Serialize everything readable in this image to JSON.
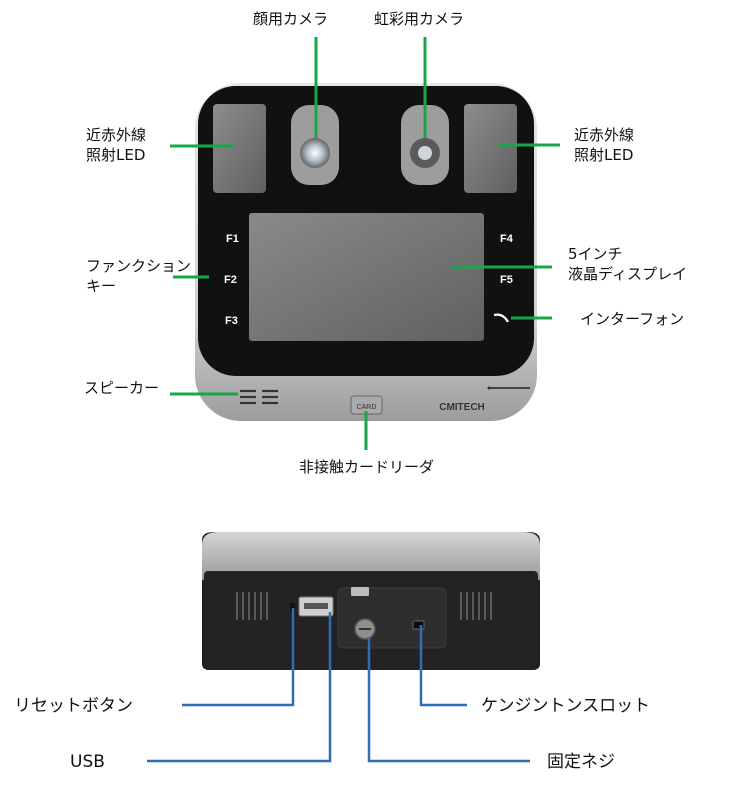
{
  "front": {
    "labels": {
      "face_camera": "顔用カメラ",
      "iris_camera": "虹彩用カメラ",
      "nir_left": [
        "近赤外線",
        "照射LED"
      ],
      "nir_right": [
        "近赤外線",
        "照射LED"
      ],
      "function_key": [
        "ファンクション",
        "キー"
      ],
      "display": [
        "5インチ",
        "液晶ディスプレイ"
      ],
      "intercom": "インターフォン",
      "speaker": "スピーカー",
      "card_reader": "非接触カードリーダ"
    },
    "keys": [
      "F1",
      "F2",
      "F3",
      "F4",
      "F5"
    ],
    "brand": "CMITECH",
    "card_button": "CARD"
  },
  "bottom": {
    "labels": {
      "reset": "リセットボタン",
      "usb": "USB",
      "kensington": "ケンジントンスロット",
      "screw": "固定ネジ"
    }
  },
  "colors": {
    "front_leader": "#19a64a",
    "bottom_leader": "#2f6db5",
    "bezel": "#101010",
    "frame": "#c8c8c8"
  }
}
